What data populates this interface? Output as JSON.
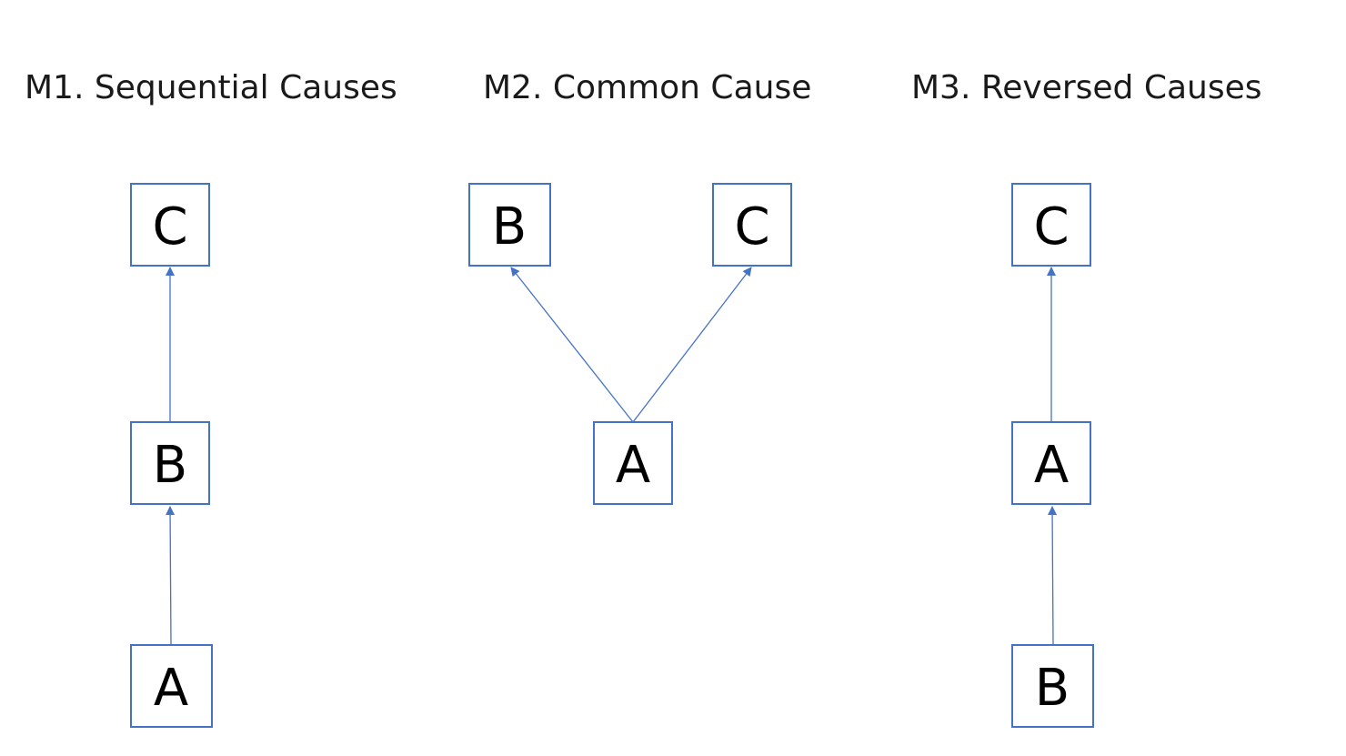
{
  "diagram": {
    "accent_color": "#4472c4",
    "models": [
      {
        "id": "m1",
        "title": "M1. Sequential Causes",
        "nodes": [
          {
            "id": "C",
            "label": "C"
          },
          {
            "id": "B",
            "label": "B"
          },
          {
            "id": "A",
            "label": "A"
          }
        ],
        "edges": [
          {
            "from": "B",
            "to": "C"
          },
          {
            "from": "A",
            "to": "B"
          }
        ]
      },
      {
        "id": "m2",
        "title": "M2. Common Cause",
        "nodes": [
          {
            "id": "B",
            "label": "B"
          },
          {
            "id": "C",
            "label": "C"
          },
          {
            "id": "A",
            "label": "A"
          }
        ],
        "edges": [
          {
            "from": "A",
            "to": "B"
          },
          {
            "from": "A",
            "to": "C"
          }
        ]
      },
      {
        "id": "m3",
        "title": "M3. Reversed Causes",
        "nodes": [
          {
            "id": "C",
            "label": "C"
          },
          {
            "id": "A",
            "label": "A"
          },
          {
            "id": "B",
            "label": "B"
          }
        ],
        "edges": [
          {
            "from": "A",
            "to": "C"
          },
          {
            "from": "B",
            "to": "A"
          }
        ]
      }
    ]
  }
}
